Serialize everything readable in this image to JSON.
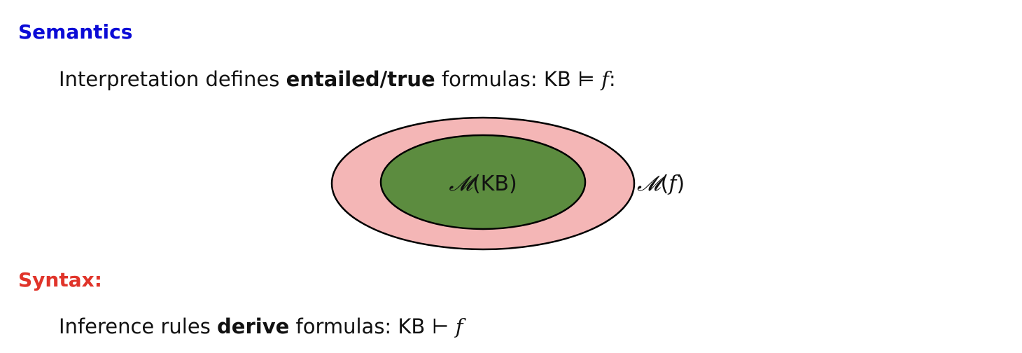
{
  "semantics": {
    "heading": "Semantics",
    "line_prefix": "Interpretation defines ",
    "line_bold": "entailed/true",
    "line_mid": " formulas:  KB ",
    "entails_symbol": "⊨",
    "line_var": "f",
    "line_suffix": ":"
  },
  "diagram": {
    "outer_label_prefix": "𝓜",
    "outer_label_arg": "f",
    "inner_label_prefix": "𝓜",
    "inner_label_arg": "KB",
    "outer_fill": "#f4b6b6",
    "inner_fill": "#5c8c3f"
  },
  "syntax": {
    "heading": "Syntax:",
    "line_prefix": "Inference rules ",
    "line_bold": "derive",
    "line_mid": " formulas:  KB ",
    "derives_symbol": "⊢",
    "line_var": "f"
  }
}
